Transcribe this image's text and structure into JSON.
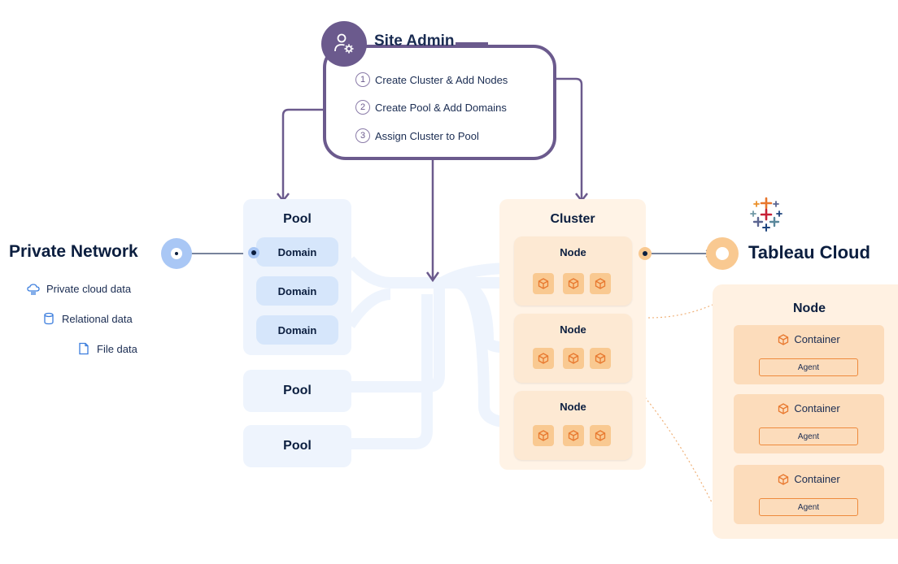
{
  "site_admin": {
    "title": "Site Admin",
    "steps": [
      {
        "num": "1",
        "label": "Create Cluster & Add Nodes"
      },
      {
        "num": "2",
        "label": "Create Pool & Add Domains"
      },
      {
        "num": "3",
        "label": "Assign Cluster to Pool"
      }
    ]
  },
  "private_network": {
    "title": "Private Network",
    "data_sources": [
      "Private cloud data",
      "Relational data",
      "File data"
    ]
  },
  "pool_main": {
    "title": "Pool",
    "domains": [
      "Domain",
      "Domain",
      "Domain"
    ]
  },
  "pools_extra": [
    "Pool",
    "Pool"
  ],
  "cluster": {
    "title": "Cluster",
    "nodes": [
      "Node",
      "Node",
      "Node"
    ]
  },
  "tableau_cloud": {
    "title": "Tableau Cloud"
  },
  "node_detail": {
    "title": "Node",
    "containers": [
      {
        "label": "Container",
        "agent": "Agent"
      },
      {
        "label": "Container",
        "agent": "Agent"
      },
      {
        "label": "Container",
        "agent": "Agent"
      }
    ]
  },
  "colors": {
    "admin_purple": "#6b5a8d",
    "pool_blue": "#eef4fd",
    "domain_blue": "#d6e6fb",
    "cluster_orange": "#fff3e6",
    "accent_orange": "#ee8a3c",
    "network_blue": "#a9c7f5"
  }
}
